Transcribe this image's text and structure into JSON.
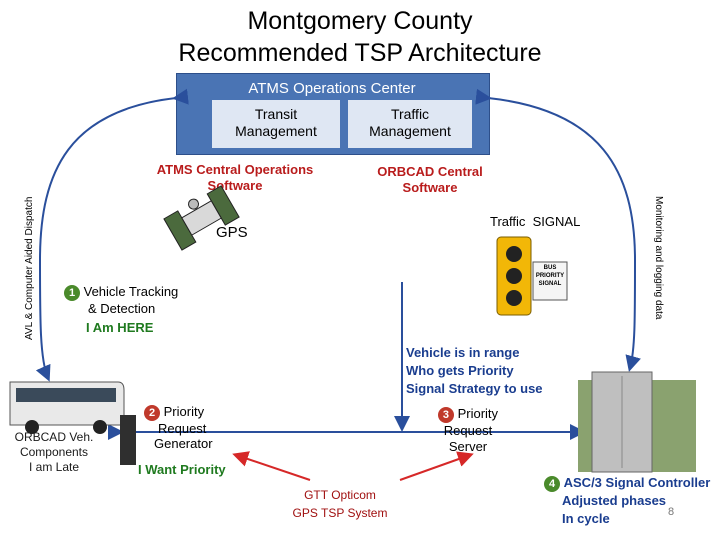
{
  "title": {
    "line1": "Montgomery County",
    "line2": "Recommended TSP Architecture"
  },
  "ops_center": {
    "title": "ATMS Operations Center",
    "transit_mgmt": {
      "line1": "Transit",
      "line2": "Management"
    },
    "traffic_mgmt": {
      "line1": "Traffic",
      "line2": "Management"
    }
  },
  "software": {
    "atms": {
      "line1": "ATMS Central Operations",
      "line2": "Software"
    },
    "orbcad": {
      "line1": "ORBCAD Central",
      "line2": "Software"
    }
  },
  "side_labels": {
    "left": "AVL & Computer Aided Dispatch",
    "right": "Monitoring and logging data"
  },
  "gps": "GPS",
  "traffic_signal": "Traffic  SIGNAL",
  "signal_sign": {
    "line1": "BUS",
    "line2": "PRIORITY",
    "line3": "SIGNAL"
  },
  "steps": {
    "step1": {
      "num": "1",
      "line1": "Vehicle Tracking",
      "line2": "& Detection",
      "line3": "I Am HERE"
    },
    "step2": {
      "num": "2",
      "line1": "Priority",
      "line2": "Request",
      "line3": "Generator",
      "line4": "I Want Priority"
    },
    "step3": {
      "num": "3",
      "line1": "Priority",
      "line2": "Request",
      "line3": "Server"
    },
    "step4": {
      "num": "4",
      "line1": "ASC/3 Signal Controller",
      "line2": "Adjusted phases",
      "line3": "In cycle"
    }
  },
  "orbcad_veh": {
    "line1": "ORBCAD Veh.",
    "line2": "Components",
    "line3": "I am Late"
  },
  "vehicle_range": {
    "line1": "Vehicle is in range",
    "line2": "Who gets Priority",
    "line3": "Signal Strategy to use"
  },
  "gtt": {
    "line1": "GTT Opticom",
    "line2": "GPS TSP System"
  },
  "page_number": "8"
}
